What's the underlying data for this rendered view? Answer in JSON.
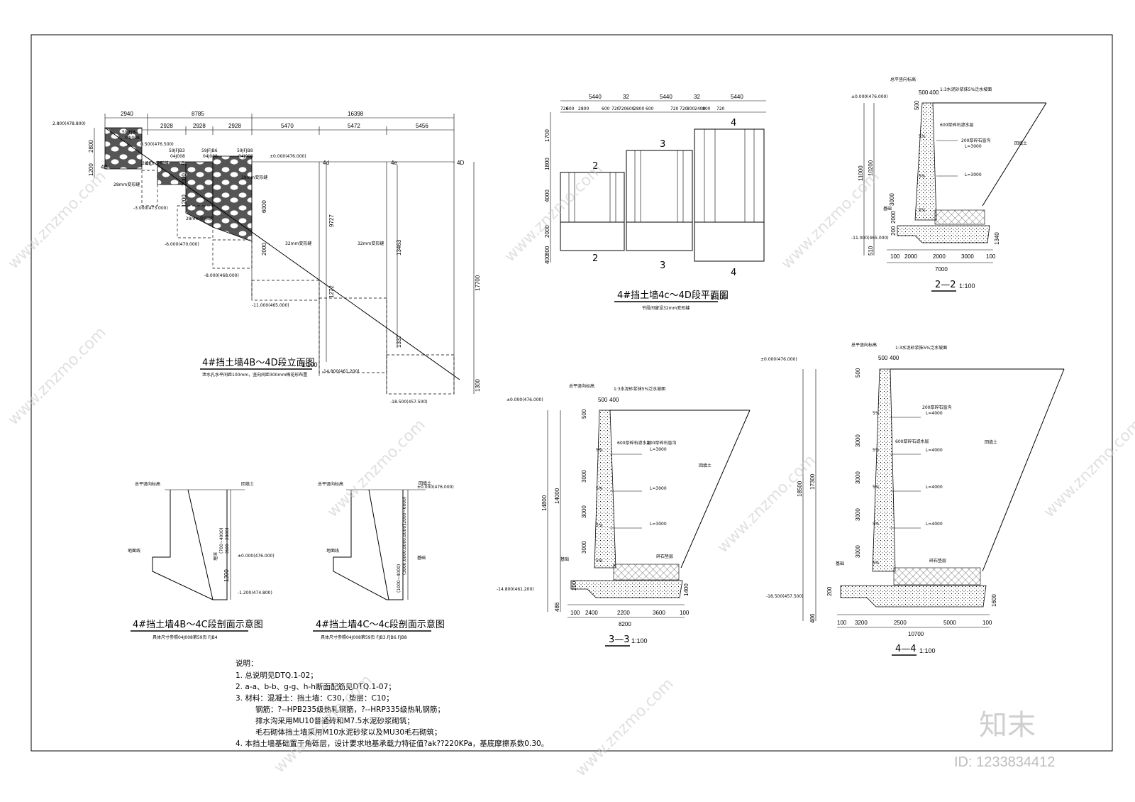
{
  "elevation": {
    "top_dims": [
      "2940",
      "8785",
      "16398"
    ],
    "second_dims": [
      "2928",
      "2928",
      "2928",
      "5470",
      "5472",
      "5456"
    ],
    "left_dims": [
      "2800",
      "1200"
    ],
    "level_labels": [
      "2.800(478.800)",
      "0.500(476.500)",
      "-3.000(473.000)",
      "-6.000(470.000)",
      "-8.000(468.000)",
      "-11.000(465.000)",
      "-14.800(461.200)",
      "-18.500(457.500)",
      "±0.000(476.000)"
    ],
    "fjb_labels": [
      "59JFJB4",
      "04J008",
      "59JFJB3",
      "04J008",
      "59JFJB6",
      "04J008",
      "59JFJB8",
      "04J008"
    ],
    "axis_labels": [
      "4B",
      "4C",
      "4c",
      "4d",
      "4e",
      "4D"
    ],
    "inner_dims": [
      "6000",
      "2000",
      "9727",
      "1272",
      "13463",
      "1337",
      "17700",
      "1300",
      "2000",
      "1200"
    ],
    "gap_labels": [
      "28mm变形缝",
      "28mm变形缝",
      "28mm变形缝",
      "32mm变形缝",
      "32mm变形缝",
      "28mm变形缝"
    ],
    "title": "4#挡土墙4B～4D段立面图",
    "scale": "1:100",
    "subnote": "泄水孔水平间距100mm，竖向间距300mm梅花形布置"
  },
  "plan": {
    "top_dims": [
      "5440",
      "32",
      "5440",
      "32",
      "5440"
    ],
    "sub_dims": [
      "720",
      "600",
      "2800",
      "600",
      "720",
      "720",
      "600",
      "2800",
      "600",
      "720",
      "720",
      "800",
      "2400",
      "800",
      "720"
    ],
    "left_dims": [
      "1700",
      "1800",
      "4000",
      "2000",
      "800",
      "400"
    ],
    "section_marks": [
      "2",
      "2",
      "3",
      "3",
      "4",
      "4"
    ],
    "title": "4#挡土墙4c～4D段平面图",
    "scale": "1:100",
    "subnote": "节段间留设32mm变形缝"
  },
  "sec22": {
    "level_top": "±0.000(476.000)",
    "level_bot": "-11.000(465.000)",
    "dims_v": [
      "11000",
      "10200",
      "3000",
      "2000",
      "200",
      "510",
      "500",
      "1340"
    ],
    "dims_b": [
      "100",
      "2000",
      "2000",
      "3000",
      "100"
    ],
    "total": "7000",
    "labels": [
      "1:3水泥砂浆抹5%泛水坡面",
      "总平竖向标高",
      "500",
      "400",
      "600厚碎石滤水层",
      "200厚碎石盲沟",
      "L=3000",
      "L=3000",
      "5%",
      "5%",
      "5%",
      "回填土",
      "基础"
    ],
    "title": "2—2",
    "scale": "1:100"
  },
  "sec33": {
    "level_top": "±0.000(476.000)",
    "level_bot": "-14.800(461.200)",
    "dims_v": [
      "14800",
      "14000",
      "3000",
      "3000",
      "3000",
      "500",
      "486",
      "200",
      "1400"
    ],
    "dims_b": [
      "100",
      "2400",
      "2200",
      "3600",
      "100"
    ],
    "total": "8200",
    "labels": [
      "1:3水泥砂浆抹5%泛水坡面",
      "总平竖向标高",
      "500",
      "400",
      "600厚碎石滤水层",
      "200厚碎石盲沟",
      "L=3000",
      "L=3000",
      "L=3000",
      "5%",
      "5%",
      "5%",
      "5%",
      "回填土",
      "碎石垫层",
      "基础"
    ],
    "title": "3—3",
    "scale": "1:100"
  },
  "sec44": {
    "level_top": "±0.000(476.000)",
    "level_bot": "-18.500(457.500)",
    "dims_v": [
      "18500",
      "17300",
      "3000",
      "3000",
      "3000",
      "3000",
      "500",
      "486",
      "200",
      "1600"
    ],
    "dims_b": [
      "100",
      "3200",
      "2500",
      "5000",
      "100"
    ],
    "total": "10700",
    "labels": [
      "1:3水泥砂浆抹5%泛水坡面",
      "总平竖向标高",
      "500",
      "400",
      "600厚碎石滤水层",
      "200厚碎石盲沟",
      "L=4000",
      "L=4000",
      "L=4000",
      "L=4000",
      "5%",
      "5%",
      "5%",
      "5%",
      "5%",
      "回填土",
      "碎石垫层",
      "基础"
    ],
    "title": "4—4",
    "scale": "1:100"
  },
  "schem1": {
    "labels": [
      "总平竖向标高",
      "回填土",
      "±0.000(476.000)",
      "-1.200(474.800)",
      "1200",
      "(600~2800)",
      "(700~4000)",
      "埋深",
      "地面线"
    ],
    "title": "4#挡土墙4B～4C段剖面示意图",
    "subnote": "具体尺寸参照04J008第59页 FJB4"
  },
  "schem2": {
    "labels": [
      "总平竖向标高",
      "±0.000(476.000)",
      "(2000~6000)",
      "(3000,6000,8000,8000)",
      "(1000~4000)",
      "回填土",
      "地面线",
      "基础"
    ],
    "title": "4#挡土墙4C～4c段剖面示意图",
    "subnote": "具体尺寸参照04J008第59页 FJB3.FJB6.FJB8"
  },
  "notes": {
    "heading": "说明：",
    "lines": [
      "1. 总说明见DTQ.1-02；",
      "2. a-a、b-b、g-g、h-h断面配筋见DTQ.1-07；",
      "3. 材料：混凝土：挡土墙：C30，垫层：C10；",
      "钢筋：?--HPB235级热轧钢筋，?--HRP335级热轧钢筋；",
      "排水沟采用MU10普通砖和M7.5水泥砂浆砌筑；",
      "毛石砌体挡土墙采用M10水泥砂浆以及MU30毛石砌筑；",
      "4. 本挡土墙基础置于角砾层，设计要求地基承载力特征值?ak??220KPa，基底摩擦系数0.30。"
    ]
  },
  "watermark": {
    "text": "www.znzmo.com",
    "brand": "知末",
    "id": "ID: 1233834412"
  }
}
